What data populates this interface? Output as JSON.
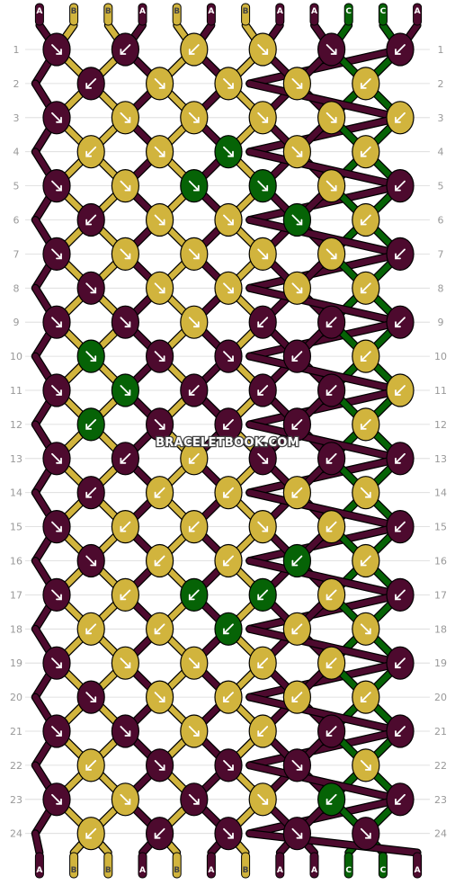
{
  "colors": {
    "A": "#4d0a2e",
    "B": "#d1b43d",
    "C": "#066306",
    "grid": "#d8d8d8",
    "outline": "#000000",
    "arrow": "#ffffff",
    "row_label": "#999999"
  },
  "strings": [
    "A",
    "B",
    "B",
    "A",
    "B",
    "A",
    "B",
    "A",
    "A",
    "C",
    "C",
    "A"
  ],
  "row_count": 24,
  "watermark": "BRACELETBOOK.COM",
  "knot_colors": [
    "AABBAA",
    "ABBBBA",
    "ABBBBB",
    "BBCBBA",
    "ABCCBA",
    "ABBCBB",
    "ABBBBA",
    "ABBBBA",
    "AABAAA",
    "CAAABA",
    "ACAAAB",
    "CAAABB",
    "AABAAA",
    "ABBBBA",
    "ABBBBA",
    "ABBCBB",
    "ABCCBA",
    "BBCBBA",
    "ABBBBA",
    "ABBBBA",
    "AABBAA",
    "BAAABC",
    "ABABCA",
    "BAAAAC"
  ],
  "knot_types": [
    "FBBFFB",
    "BFFFB",
    "FFFFFB",
    "BFFFB",
    "FFFFFB",
    "BFFFB",
    "FFFFFB",
    "FFFFB",
    "FFFBBB",
    "FFFBB",
    "FFBBBB",
    "BFBBB",
    "FBBFBB",
    "BBBBF",
    "FBBFBB",
    "FBBBB",
    "FBBBBB",
    "BBBBF",
    "FFFBBB",
    "FFBBB",
    "FFFBBB",
    "BFFFF",
    "FFFFBB",
    "BBFFF"
  ]
}
